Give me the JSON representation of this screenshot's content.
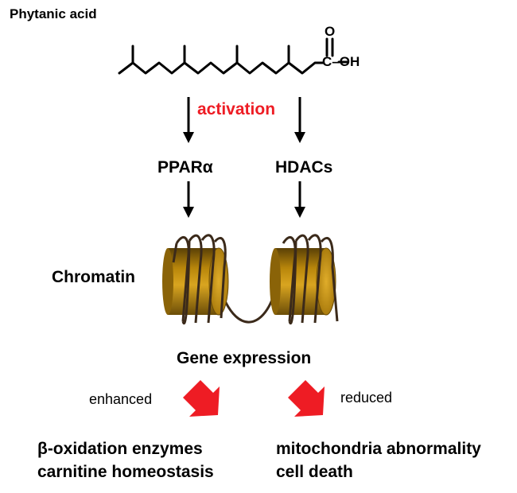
{
  "title": "Phytanic acid",
  "molecule": {
    "carbonyl_o": "O",
    "acid_group": "C–OH"
  },
  "activation_label": "activation",
  "targets": {
    "left": "PPARα",
    "right": "HDACs"
  },
  "chromatin_label": "Chromatin",
  "gene_expression_label": "Gene expression",
  "effects": {
    "enhanced_label": "enhanced",
    "reduced_label": "reduced"
  },
  "outcomes": {
    "left": [
      "β-oxidation enzymes",
      "carnitine homeostasis"
    ],
    "right": [
      "mitochondria abnormality",
      "cell death"
    ]
  },
  "colors": {
    "activation": "#ee1c24",
    "arrow_red": "#ee1c24",
    "nucleosome": "#b8860b",
    "dna": "#3b2a1a"
  }
}
